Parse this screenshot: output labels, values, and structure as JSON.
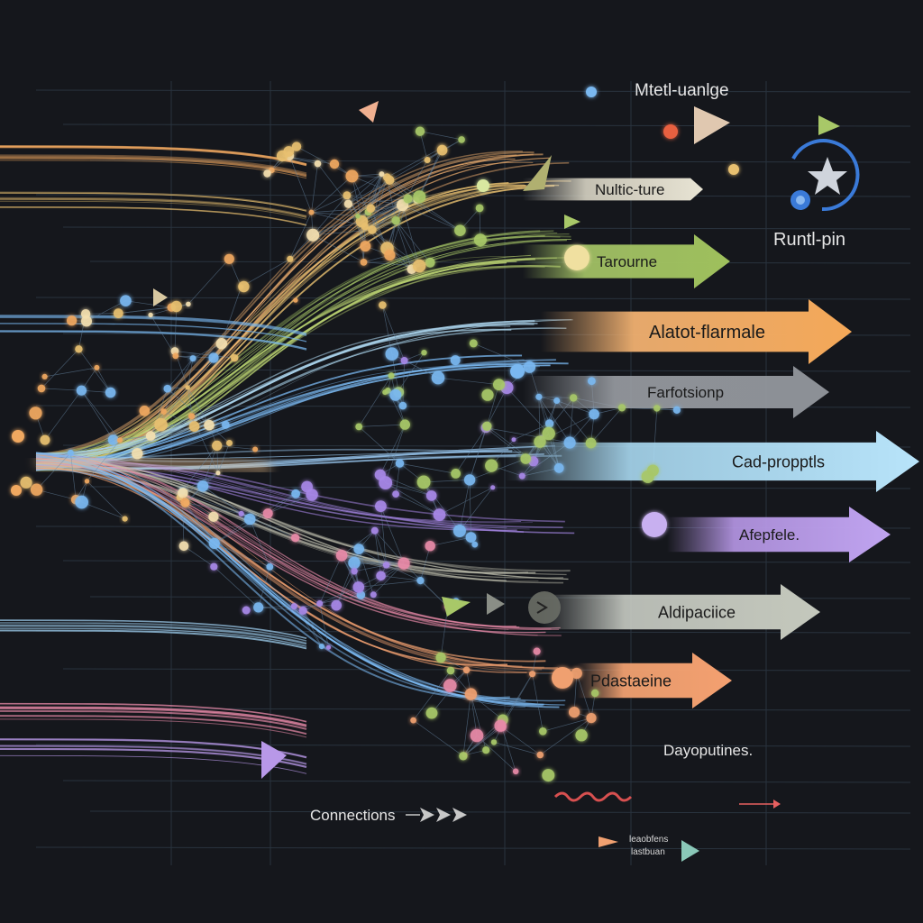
{
  "colors": {
    "background": "#15171c",
    "grid": "#3a4a5a",
    "orange": "#f0a860",
    "yellow": "#e8c070",
    "green": "#a8c868",
    "blue": "#7ab8f0",
    "purple": "#a888e8",
    "pink": "#e88aa8",
    "salmon": "#f0a070",
    "gray": "#9aa0a8"
  },
  "arrows": [
    {
      "id": "arrow-nultic-ture",
      "label": "Nultic-ture",
      "color": "#d8d4c4"
    },
    {
      "id": "arrow-tarourne",
      "label": "Tarourne",
      "color": "#a8c868"
    },
    {
      "id": "arrow-alatot-flarmale",
      "label": "Alatot-flarmale",
      "color": "#f0b070"
    },
    {
      "id": "arrow-farfotsionp",
      "label": "Farfotsionp",
      "color": "#9a9ea4"
    },
    {
      "id": "arrow-cad-propptls",
      "label": "Cad-propptls",
      "color": "#a8d8f0"
    },
    {
      "id": "arrow-afepfele",
      "label": "Afepfele.",
      "color": "#b898e8"
    },
    {
      "id": "arrow-aldipaciice",
      "label": "Aldipaciice",
      "color": "#c8ccc4"
    },
    {
      "id": "arrow-pdastaeine",
      "label": "Pdastaeine",
      "color": "#f0a070"
    }
  ],
  "labels": {
    "top": "Mtetl-uanlge",
    "runt": "Runtl-pin",
    "dayoputines": "Dayoputines.",
    "connections": "Connections",
    "small_1": "leaobfens",
    "small_2": "lastbuan"
  },
  "icons": {
    "star": "star-icon",
    "chevrons": "chevrons-right-icon",
    "swirl": "swirl-icon"
  }
}
